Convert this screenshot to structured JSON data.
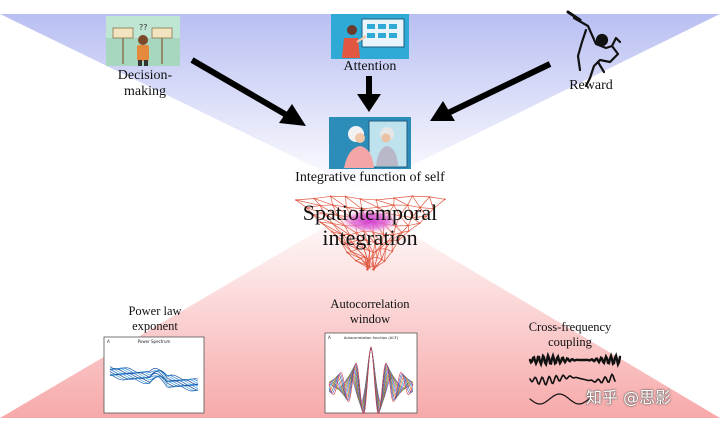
{
  "top_labels": {
    "decision": "Decision-\nmaking",
    "attention": "Attention",
    "reward": "Reward"
  },
  "center": {
    "integrative_label": "Integrative function of self",
    "spatiotemporal_line1": "Spatiotemporal",
    "spatiotemporal_line2": "integration"
  },
  "bottom_labels": {
    "power_law": "Power law\nexponent",
    "autocorrelation": "Autocorrelation\nwindow",
    "cross_frequency": "Cross-frequency\ncoupling"
  },
  "mini_plots": {
    "power_spectrum_title": "Power Spectrum",
    "autocorr_title": "Autocorrelation function (ACF)",
    "panel_letter": "A"
  },
  "watermark": "知乎 @思影",
  "colors": {
    "top_fan": "#c9cdf4",
    "bottom_fan": "#f6b7b7",
    "arrow": "#000000",
    "mesh": "#e0573f",
    "blob": "#c642c8"
  }
}
